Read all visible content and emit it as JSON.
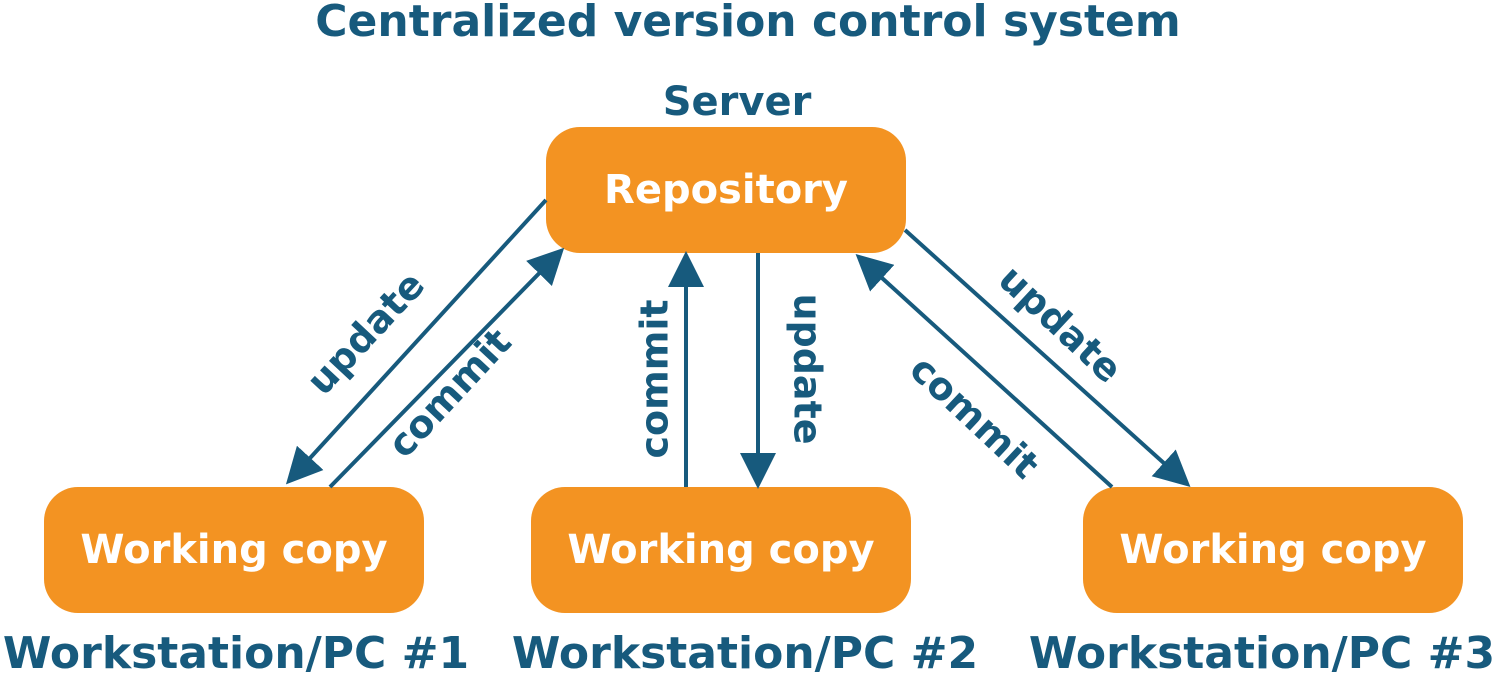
{
  "title": "Centralized version control system",
  "server": {
    "label": "Server",
    "box_label": "Repository"
  },
  "workstations": [
    {
      "box_label": "Working copy",
      "label": "Workstation/PC #1"
    },
    {
      "box_label": "Working copy",
      "label": "Workstation/PC #2"
    },
    {
      "box_label": "Working copy",
      "label": "Workstation/PC #3"
    }
  ],
  "arrows": {
    "update": "update",
    "commit": "commit"
  },
  "colors": {
    "accent": "#f39322",
    "text": "#175a7d",
    "box_text": "#ffffff"
  }
}
